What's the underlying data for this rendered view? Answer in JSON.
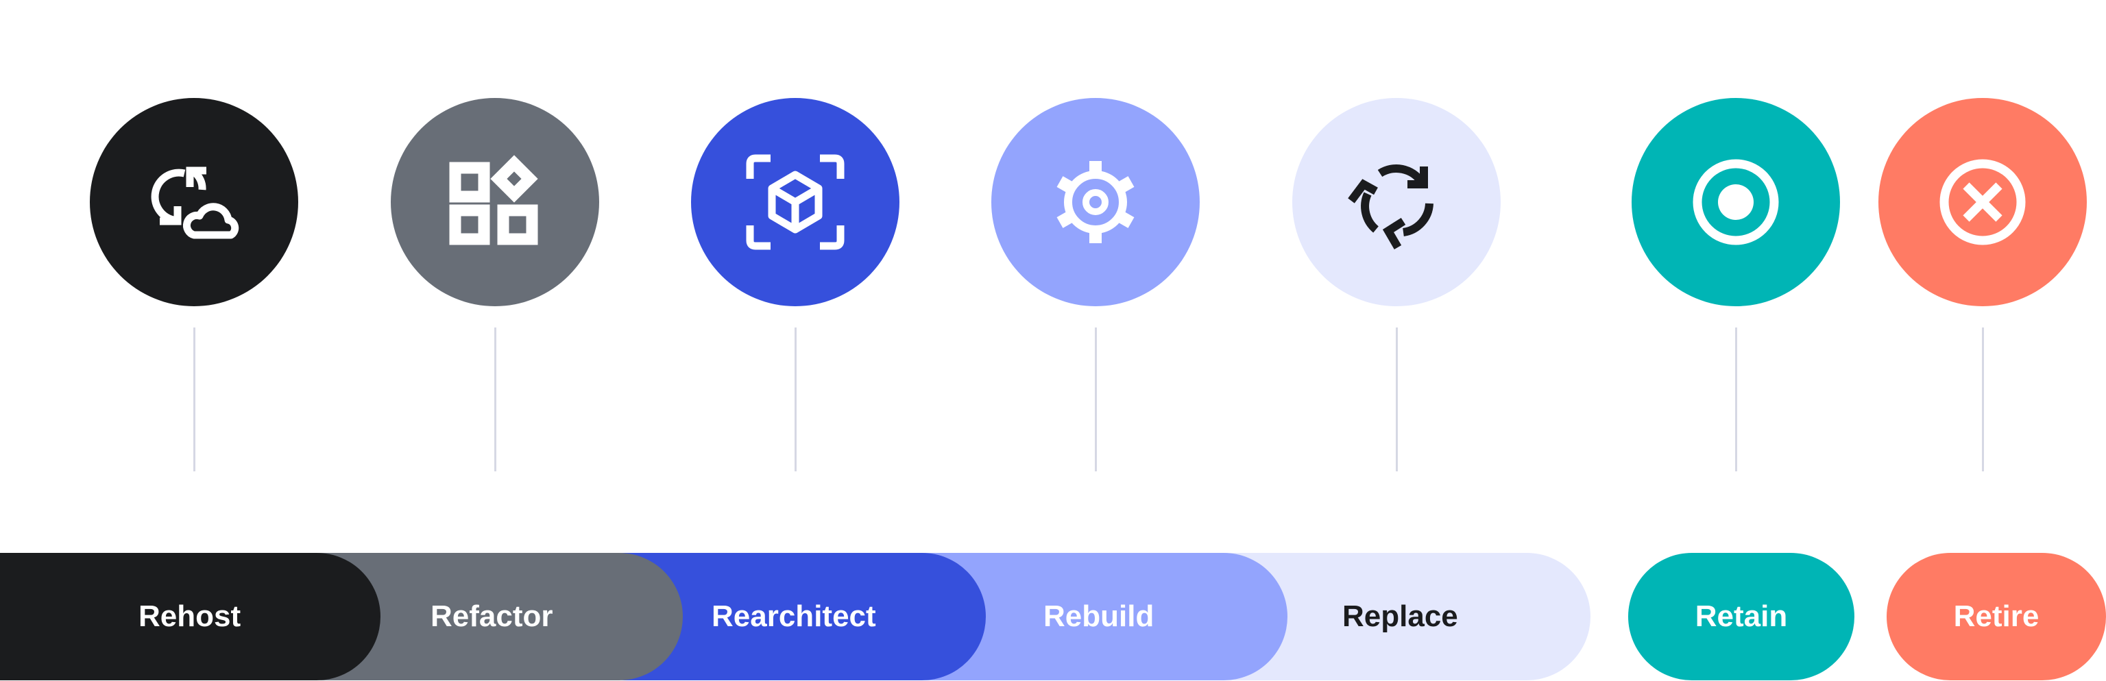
{
  "colors": {
    "rehost": "#1b1c1e",
    "refactor": "#686e77",
    "rearchitect": "#3650dc",
    "rebuild": "#93a4fd",
    "replace": "#e4e8fd",
    "retain": "#00b5b5",
    "retire": "#ff7b64",
    "connector": "#d6d8e4"
  },
  "strategies": [
    {
      "label": "Rehost",
      "icon": "cloud-migrate-icon"
    },
    {
      "label": "Refactor",
      "icon": "apps-grid-icon"
    },
    {
      "label": "Rearchitect",
      "icon": "cube-scan-icon"
    },
    {
      "label": "Rebuild",
      "icon": "gear-icon"
    },
    {
      "label": "Replace",
      "icon": "refresh-cycle-icon"
    },
    {
      "label": "Retain",
      "icon": "radio-target-icon"
    },
    {
      "label": "Retire",
      "icon": "close-circle-icon"
    }
  ]
}
